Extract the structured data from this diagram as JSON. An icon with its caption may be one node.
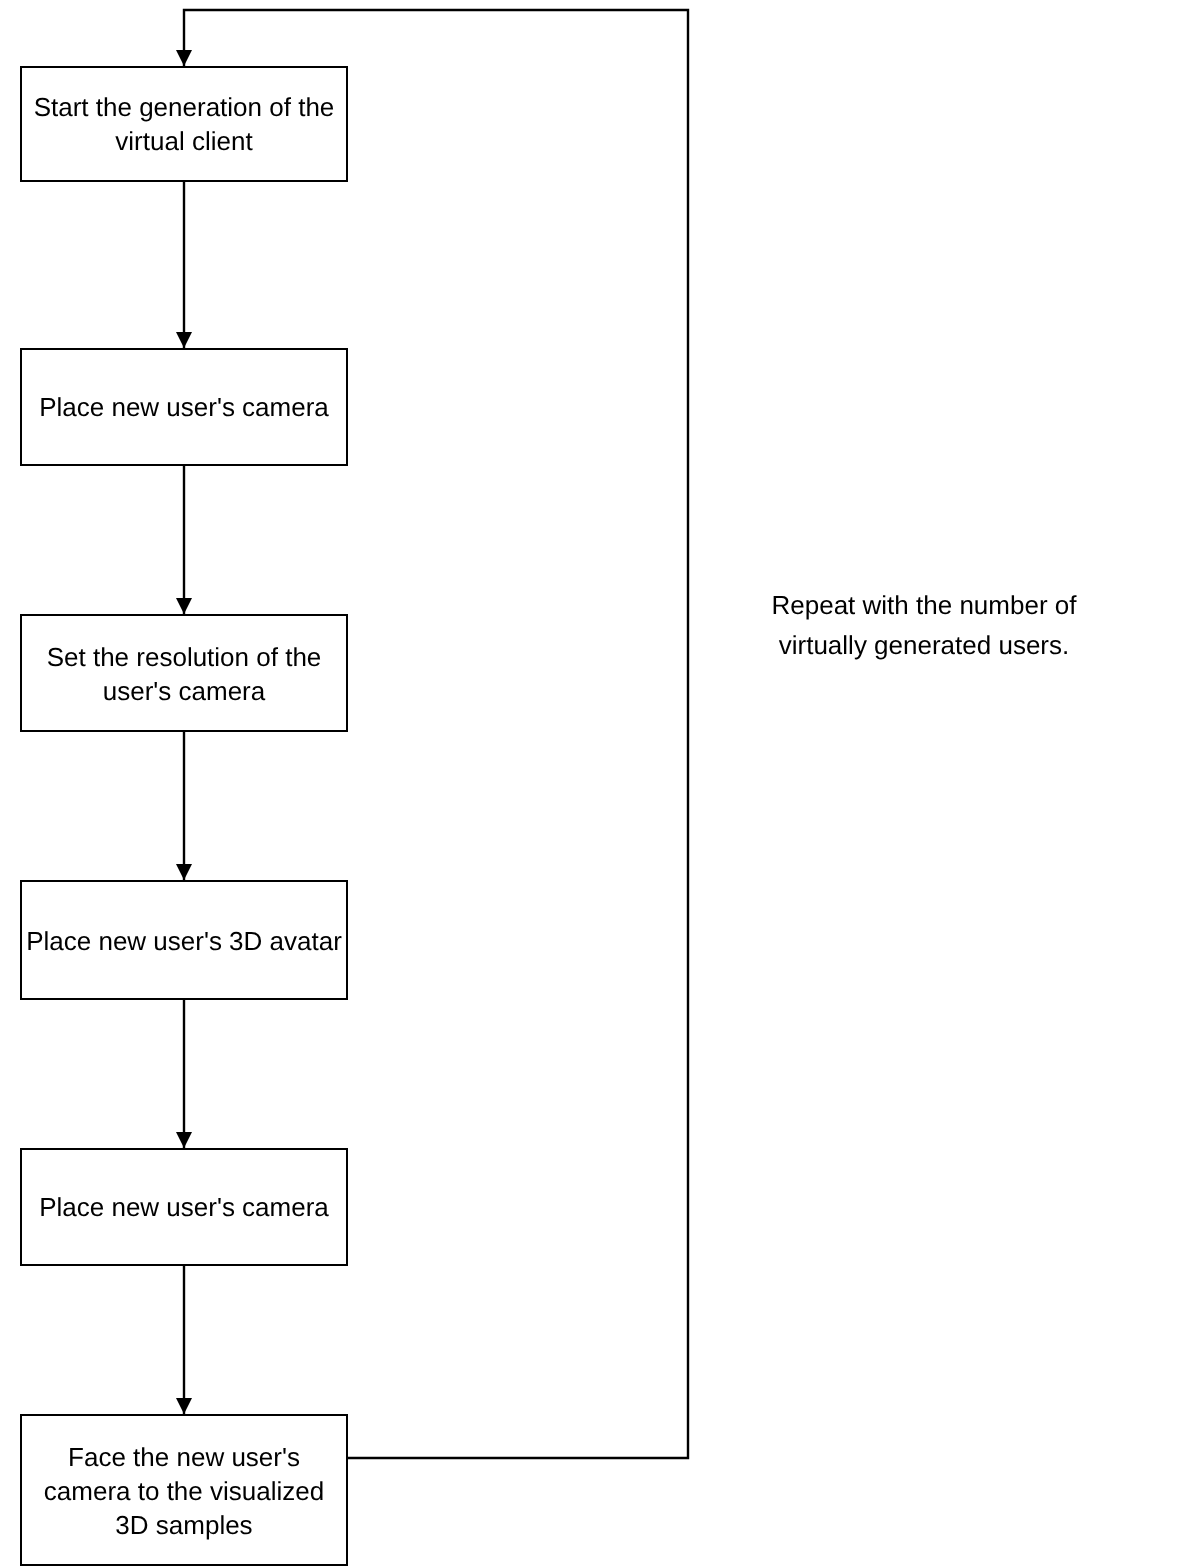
{
  "diagram": {
    "nodes": [
      {
        "text": [
          "Start the generation of the virtual client"
        ]
      },
      {
        "text": [
          "Place new user's camera"
        ]
      },
      {
        "text": [
          "Set the resolution of the user's camera"
        ]
      },
      {
        "text": [
          "Place new user's 3D avatar"
        ]
      },
      {
        "text": [
          "Place new user's camera"
        ]
      },
      {
        "text": [
          "Face the new user's camera to the visualized 3D samples"
        ]
      }
    ],
    "edges": [
      {
        "from": 0,
        "to": 1,
        "arrow": "to"
      },
      {
        "from": 1,
        "to": 2,
        "arrow": "to"
      },
      {
        "from": 2,
        "to": 3,
        "arrow": "to"
      },
      {
        "from": 3,
        "to": 4,
        "arrow": "to"
      },
      {
        "from": 4,
        "to": 5,
        "arrow": "to"
      },
      {
        "from": 5,
        "to": 0,
        "arrow": "to"
      }
    ],
    "labels": [
      "Repeat with the number of virtually generated users."
    ]
  }
}
